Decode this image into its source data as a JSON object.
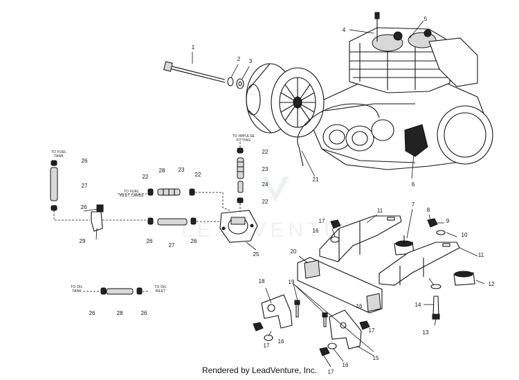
{
  "watermark": "LEADVENTURE",
  "footer": "Rendered by LeadVenture, Inc.",
  "callouts": [
    "1",
    "2",
    "3",
    "4",
    "5",
    "6",
    "7",
    "8",
    "9",
    "10",
    "11",
    "11",
    "12",
    "13",
    "14",
    "15",
    "16",
    "16",
    "16",
    "16",
    "17",
    "17",
    "17",
    "17",
    "18",
    "19",
    "20",
    "21",
    "22",
    "22",
    "22",
    "22",
    "23",
    "23",
    "24",
    "25",
    "26",
    "26",
    "26",
    "26",
    "26",
    "27",
    "27",
    "28",
    "28",
    "29"
  ],
  "notes": {
    "to_fuel_tank": [
      "TO FUEL",
      "TANK"
    ],
    "to_fuel_inlet_carbs": [
      "TO FUEL",
      "INLET CARBS"
    ],
    "to_impulse_fitting": [
      "TO IMPULSE",
      "FITTING"
    ],
    "to_oil_tank": [
      "TO OIL",
      "TANK"
    ],
    "to_oil_inlet": [
      "TO OIL",
      "INLET"
    ]
  }
}
